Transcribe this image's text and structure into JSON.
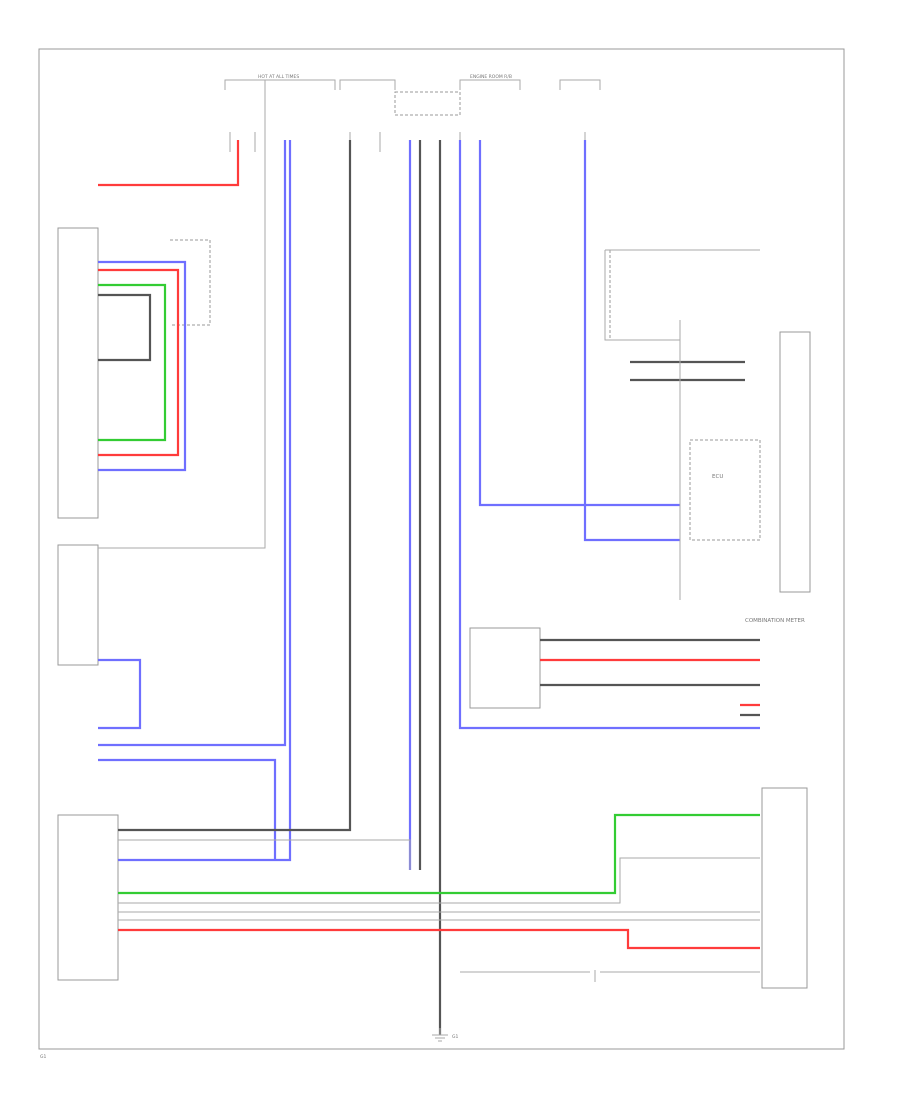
{
  "labels": {
    "top_harness": "HOT AT ALL TIMES",
    "top_fuse_box": "ENGINE ROOM R/B",
    "ground_point": "G1",
    "combination_meter": "COMBINATION METER",
    "ecu": "ECU",
    "footer_code": "G1"
  },
  "colors": {
    "red": "#ff3b3b",
    "blue": "#6f6fff",
    "green": "#33cc33",
    "yellow": "#f2e86b",
    "black": "#555555",
    "gray": "#bbbbbb",
    "white": "#dddddd"
  }
}
